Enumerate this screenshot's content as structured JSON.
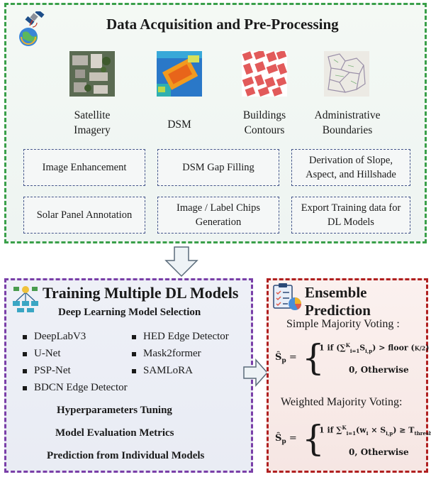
{
  "acquisition": {
    "title": "Data Acquisition and Pre-Processing",
    "sources": [
      {
        "label_lines": [
          "Satellite",
          "Imagery"
        ]
      },
      {
        "label_lines": [
          "DSM"
        ]
      },
      {
        "label_lines": [
          "Buildings",
          "Contours"
        ]
      },
      {
        "label_lines": [
          "Administrative",
          "Boundaries"
        ]
      }
    ],
    "steps": [
      "Image Enhancement",
      "DSM Gap Filling",
      "Derivation of Slope, Aspect, and Hillshade",
      "Solar Panel Annotation",
      "Image / Label Chips Generation",
      "Export Training data for DL Models"
    ]
  },
  "training": {
    "title": "Training Multiple  DL Models",
    "model_selection_heading": "Deep Learning Model Selection",
    "models_left": [
      "DeepLabV3",
      "U-Net",
      "PSP-Net",
      "BDCN Edge Detector"
    ],
    "models_right": [
      "HED Edge Detector",
      "Mask2former",
      "SAMLoRA"
    ],
    "hyperparameters": "Hyperparameters Tuning",
    "evaluation": "Model Evaluation Metrics",
    "prediction": "Prediction from Individual Models"
  },
  "ensemble": {
    "title": "Ensemble Prediction",
    "simple_label": "Simple Majority Voting :",
    "simple_formula_lhs": "Ŝ",
    "simple_formula_lhs_sub": "p",
    "simple_case1": "1 if (∑",
    "simple_case1_rest": "S",
    "simple_case1_tail": ") > floor (",
    "simple_case1_frac": "K/2",
    "simple_case1_end": ")",
    "simple_case2": "0, Otherwise",
    "weighted_label": "Weighted Majority Voting:",
    "weighted_case1_a": "1 if ∑",
    "weighted_case1_b": "(w",
    "weighted_case1_c": " × S",
    "weighted_case1_d": ") ≥ T",
    "weighted_case1_sub": "threshold",
    "weighted_case2": "0, Otherwise"
  },
  "colors": {
    "acquisition_border": "#3aa04a",
    "training_border": "#7a3fa8",
    "ensemble_border": "#b02020",
    "step_border": "#44558a"
  }
}
